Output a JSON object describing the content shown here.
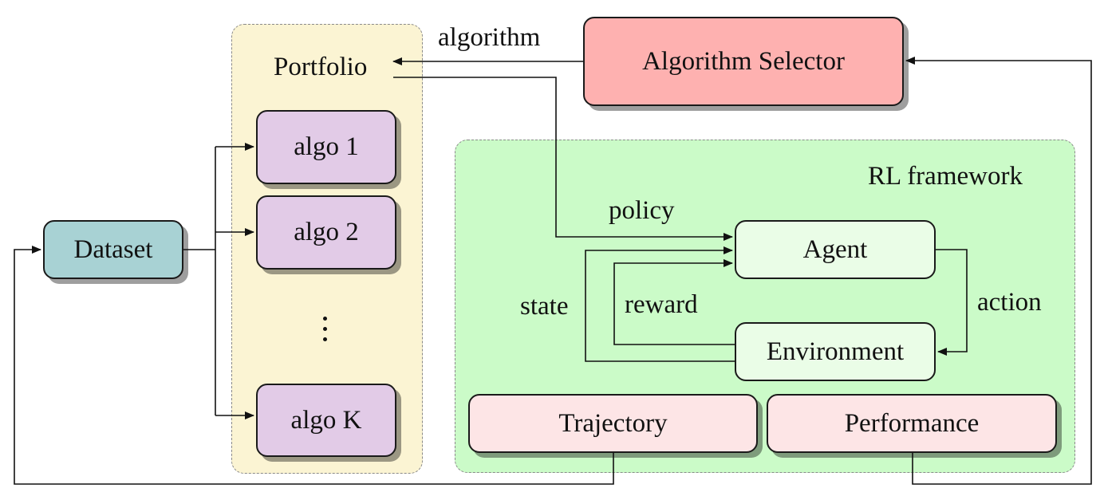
{
  "colors": {
    "portfolio_bg": "#fbf4d3",
    "rl_bg": "#cbfbc8",
    "algo_fill": "#e2cbe7",
    "selector_fill": "#feb1b0",
    "dataset_fill": "#a8d2d4",
    "agent_env_fill": "#eafde7",
    "output_fill": "#fde5e6",
    "line": "#111111"
  },
  "portfolio": {
    "title": "Portfolio"
  },
  "algos": [
    {
      "label": "algo 1"
    },
    {
      "label": "algo 2"
    },
    {
      "label": "algo K"
    }
  ],
  "dataset": {
    "label": "Dataset"
  },
  "selector": {
    "label": "Algorithm Selector"
  },
  "rl": {
    "title": "RL framework",
    "agent": "Agent",
    "environment": "Environment",
    "trajectory": "Trajectory",
    "performance": "Performance"
  },
  "edges": {
    "algorithm": "algorithm",
    "policy": "policy",
    "state": "state",
    "reward": "reward",
    "action": "action"
  }
}
